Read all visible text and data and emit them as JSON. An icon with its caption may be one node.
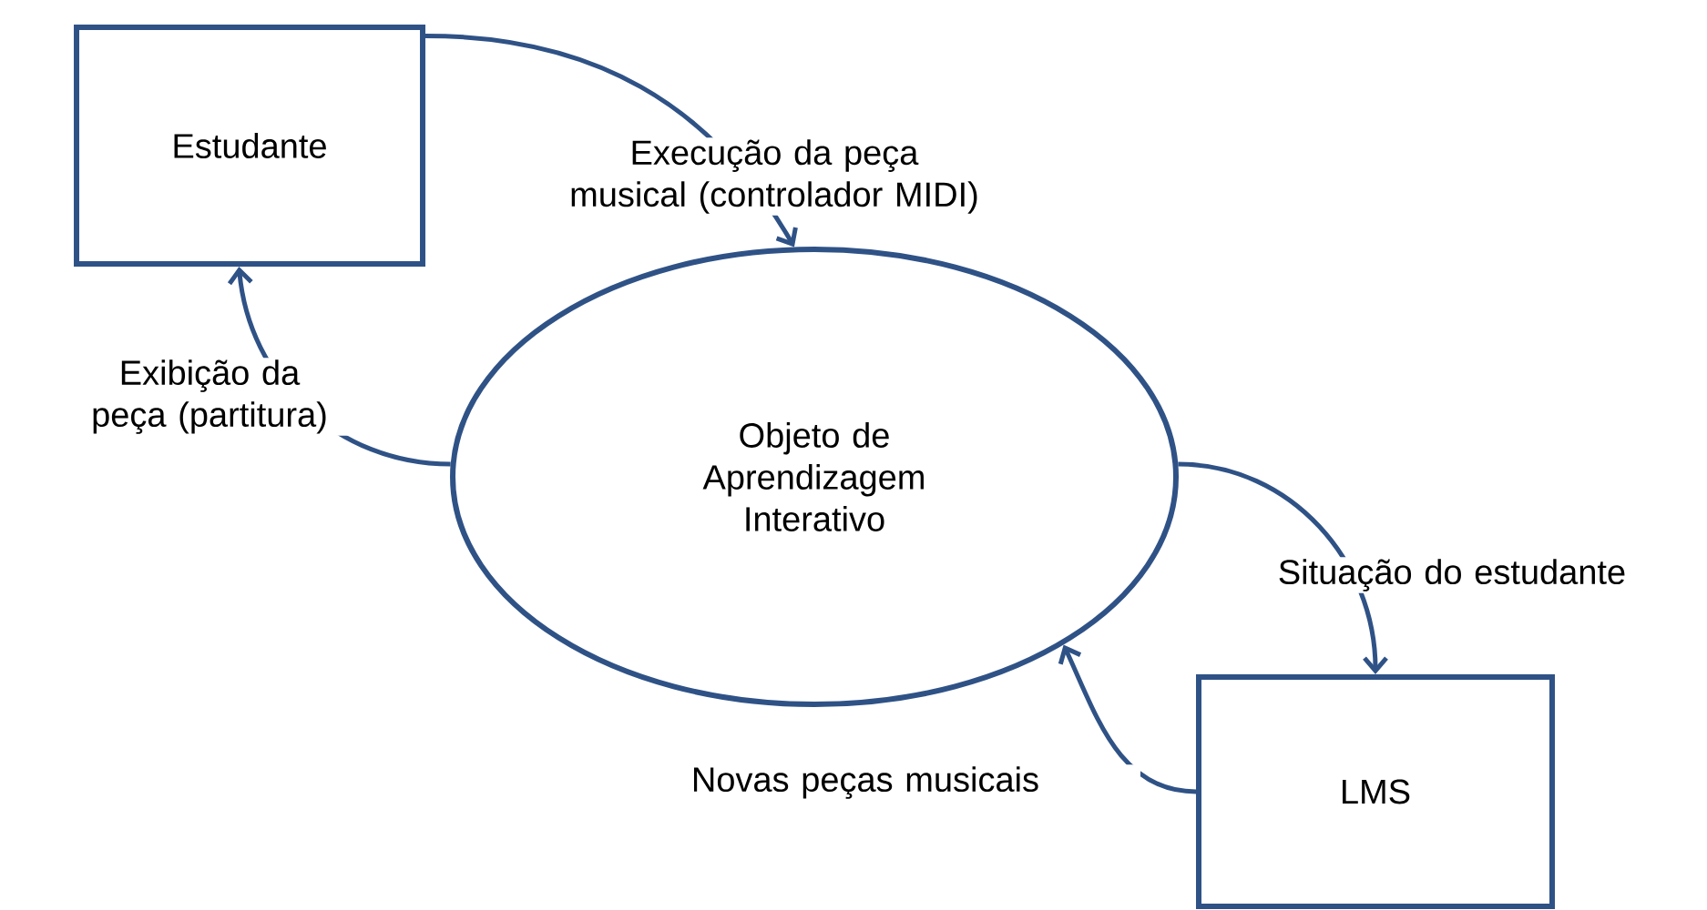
{
  "diagram": {
    "nodes": [
      {
        "text": [
          "Estudante"
        ]
      },
      {
        "text": [
          "Objeto de Aprendizagem Interativo"
        ]
      },
      {
        "text": [
          "LMS"
        ]
      }
    ],
    "edges": [
      {
        "from": 0,
        "to": 1,
        "arrow": "to",
        "label": "Execução da peça musical (controlador MIDI)"
      },
      {
        "from": 1,
        "to": 0,
        "arrow": "to",
        "label": "Exibição da peça (partitura)"
      },
      {
        "from": 1,
        "to": 2,
        "arrow": "to",
        "label": "Situação do estudante"
      },
      {
        "from": 2,
        "to": 1,
        "arrow": "to",
        "label": "Novas peças musicais"
      }
    ]
  }
}
